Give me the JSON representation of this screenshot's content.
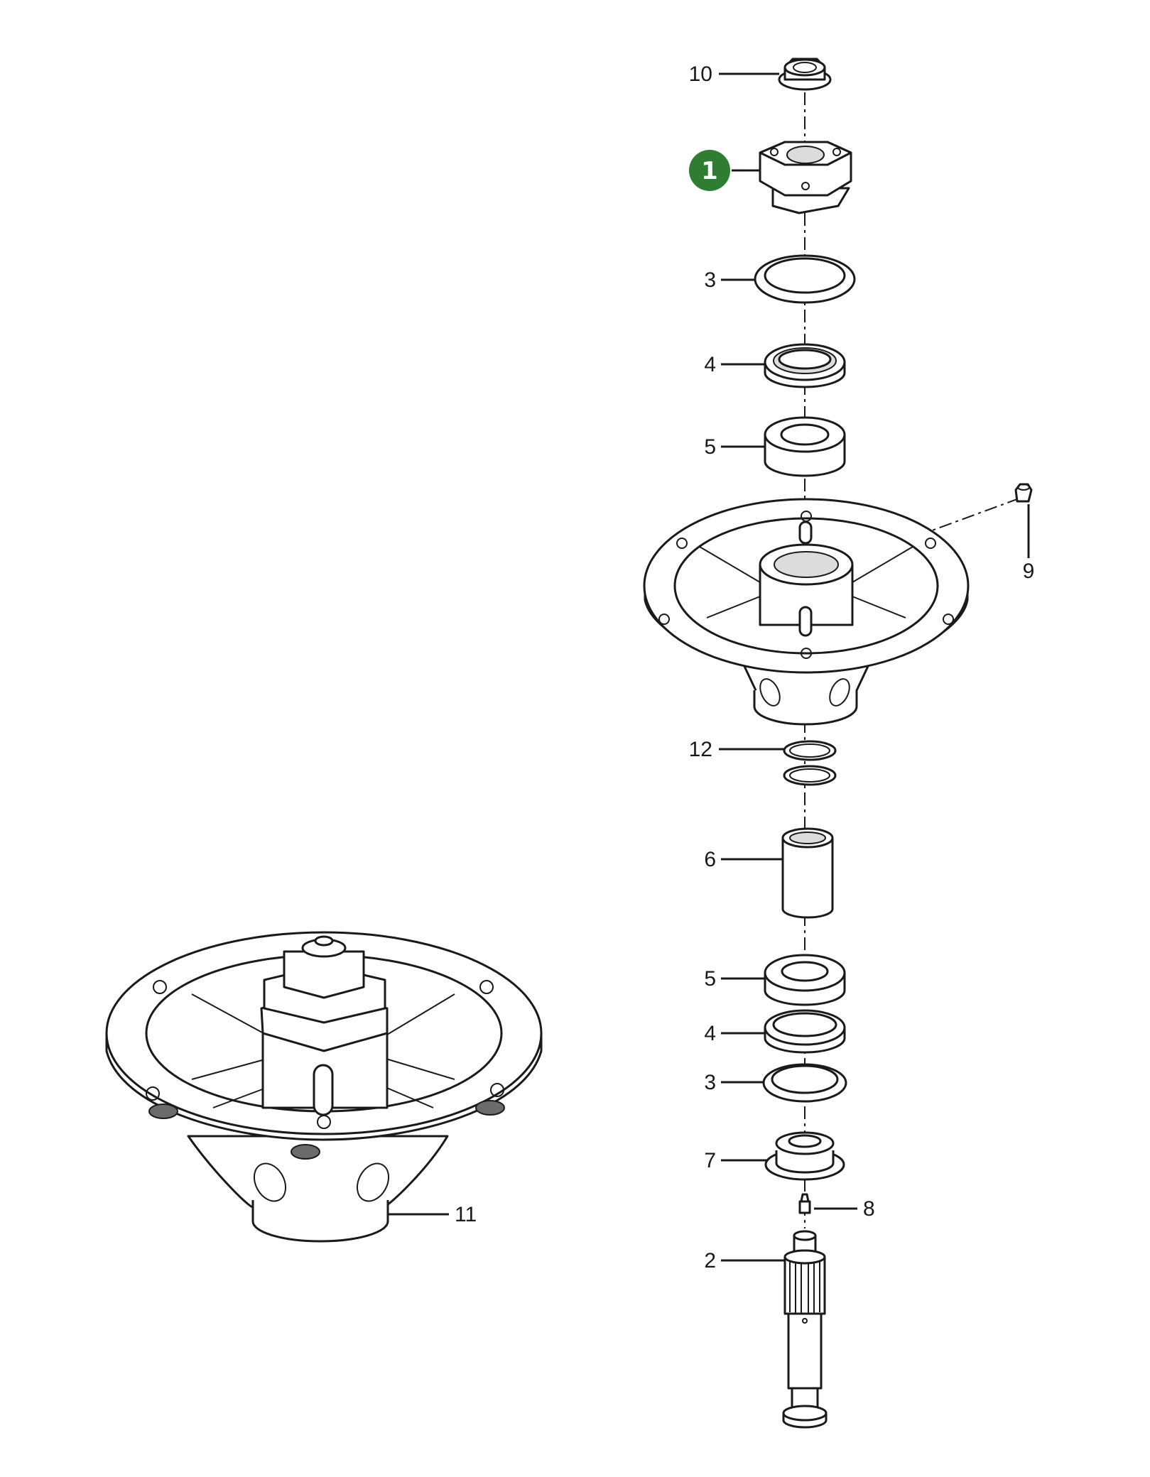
{
  "callouts": {
    "c10": "10",
    "c1": "1",
    "c3a": "3",
    "c4a": "4",
    "c5a": "5",
    "c9": "9",
    "c12": "12",
    "c6": "6",
    "c5b": "5",
    "c4b": "4",
    "c3b": "3",
    "c7": "7",
    "c8": "8",
    "c2": "2",
    "c11": "11"
  },
  "colors": {
    "highlight_badge": "#2e7d32",
    "line": "#1a1a1a"
  }
}
